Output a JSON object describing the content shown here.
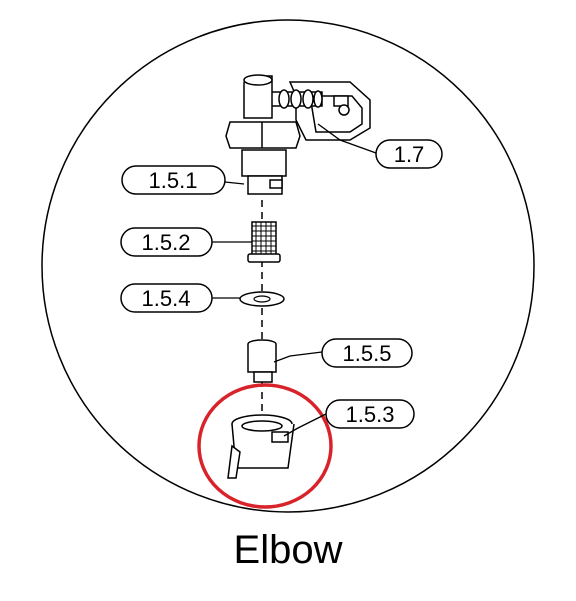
{
  "caption": "Elbow",
  "callouts": [
    {
      "id": "c-1-7",
      "label": "1.7"
    },
    {
      "id": "c-1-5-1",
      "label": "1.5.1"
    },
    {
      "id": "c-1-5-2",
      "label": "1.5.2"
    },
    {
      "id": "c-1-5-4",
      "label": "1.5.4"
    },
    {
      "id": "c-1-5-5",
      "label": "1.5.5"
    },
    {
      "id": "c-1-5-3",
      "label": "1.5.3"
    }
  ],
  "highlight": {
    "target": "1.5.3",
    "color": "#d9232a"
  }
}
